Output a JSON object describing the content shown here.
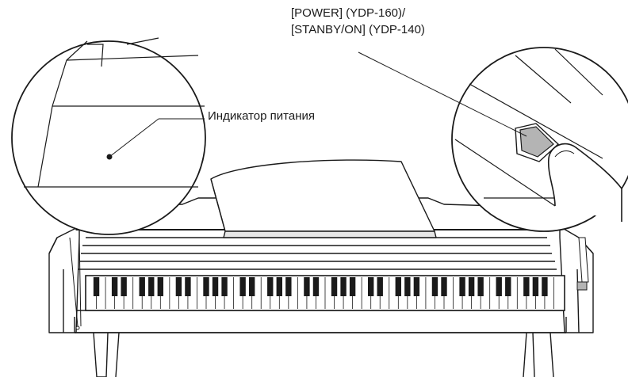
{
  "labels": {
    "power_line1": "[POWER] (YDP-160)/",
    "power_line2": "[STANBY/ON] (YDP-140)",
    "power_indicator": "Индикатор питания"
  },
  "colors": {
    "line": "#1a1a1a",
    "button_fill": "#b4b4b4",
    "background": "#ffffff"
  },
  "keyboard": {
    "white_keys": 52
  }
}
